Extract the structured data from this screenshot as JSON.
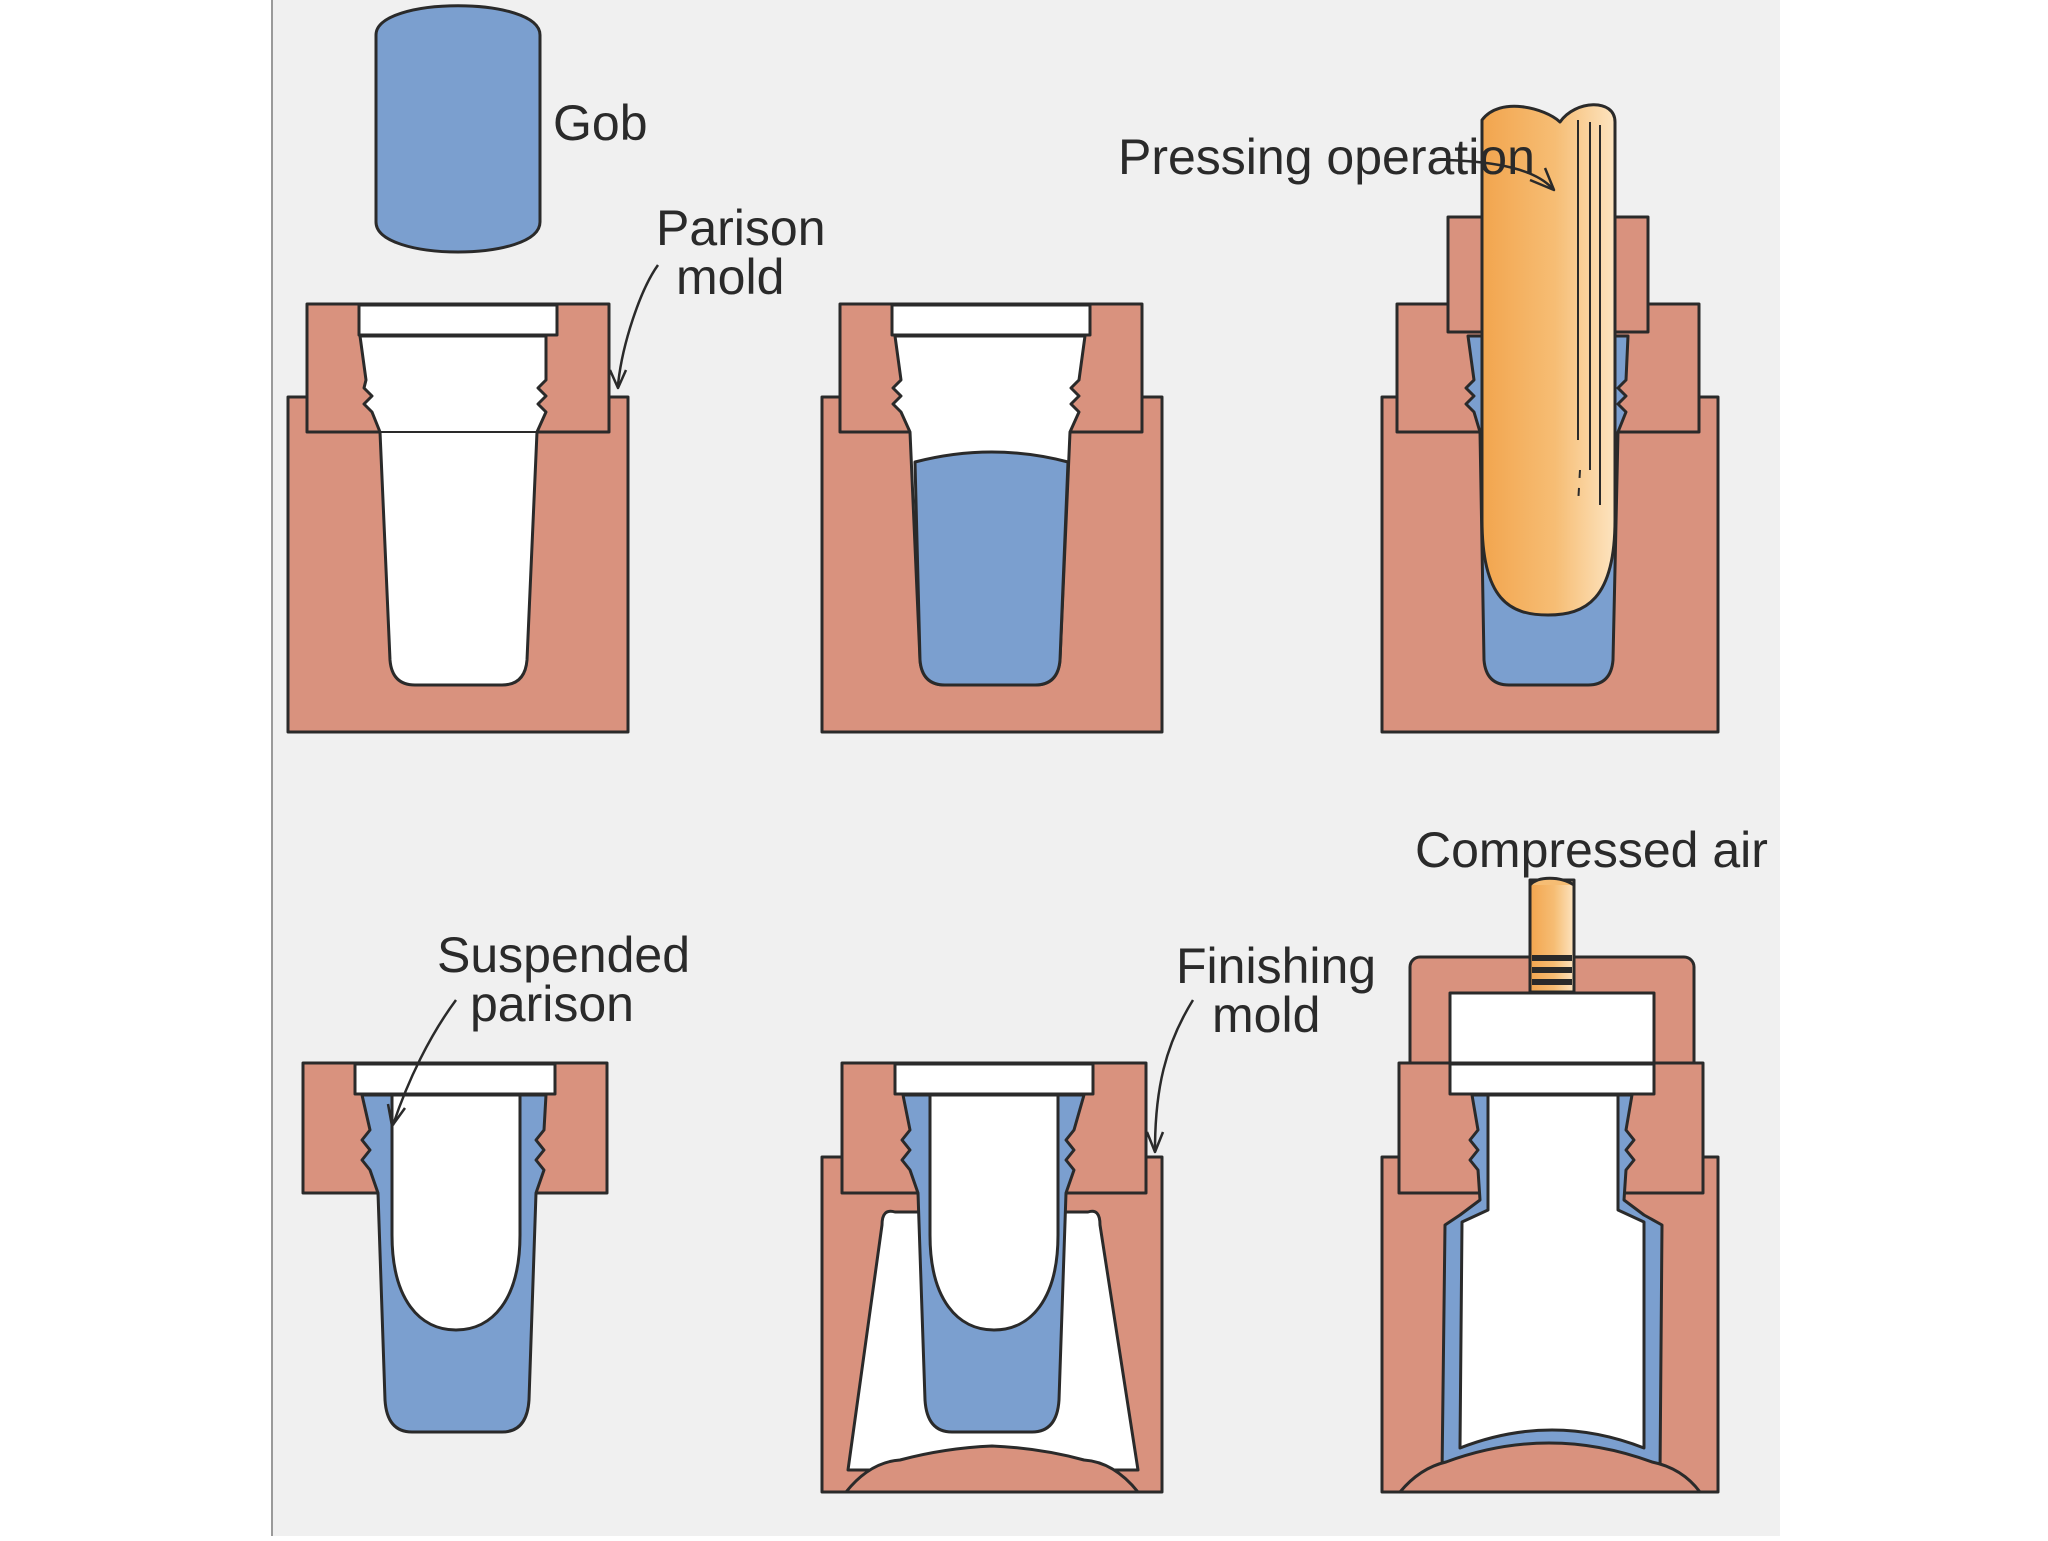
{
  "labels": {
    "gob": "Gob",
    "parison_mold_line1": "Parison",
    "parison_mold_line2": "mold",
    "pressing_operation": "Pressing operation",
    "compressed_air": "Compressed air",
    "suspended_parison_line1": "Suspended",
    "suspended_parison_line2": "parison",
    "finishing_mold_line1": "Finishing",
    "finishing_mold_line2": "mold"
  },
  "colors": {
    "background": "#f0f0f0",
    "mold": "#d9927e",
    "glass": "#7b9fcf",
    "plunger": "#f2a54e",
    "outline": "#2a2a2a",
    "cavity": "#ffffff"
  }
}
